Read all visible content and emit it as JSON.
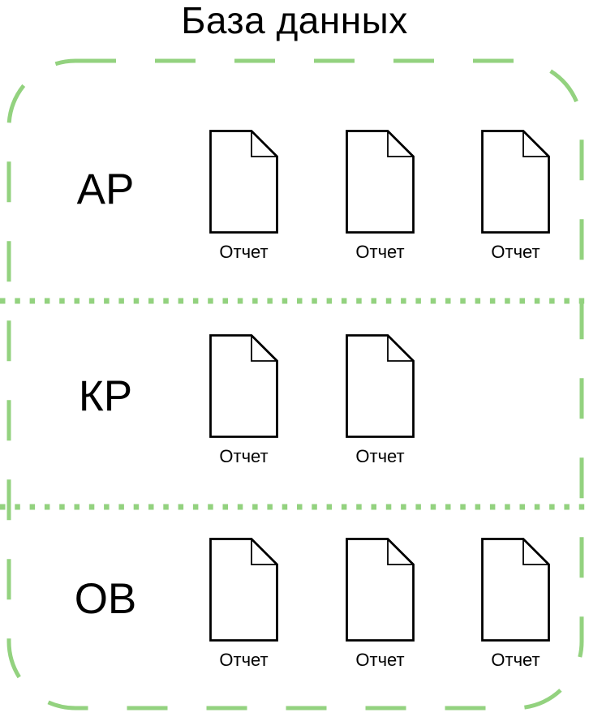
{
  "title": "База данных",
  "colors": {
    "green": "#93d27f",
    "outline": "#000000",
    "text": "#000000",
    "background": "#ffffff"
  },
  "container": {
    "border_style": "dashed-rounded-rectangle",
    "separator_style": "dotted-line"
  },
  "rows": [
    {
      "label": "АР",
      "documents": [
        {
          "icon": "document-icon",
          "label": "Отчет"
        },
        {
          "icon": "document-icon",
          "label": "Отчет"
        },
        {
          "icon": "document-icon",
          "label": "Отчет"
        }
      ]
    },
    {
      "label": "КР",
      "documents": [
        {
          "icon": "document-icon",
          "label": "Отчет"
        },
        {
          "icon": "document-icon",
          "label": "Отчет"
        }
      ]
    },
    {
      "label": "ОВ",
      "documents": [
        {
          "icon": "document-icon",
          "label": "Отчет"
        },
        {
          "icon": "document-icon",
          "label": "Отчет"
        },
        {
          "icon": "document-icon",
          "label": "Отчет"
        }
      ]
    }
  ]
}
